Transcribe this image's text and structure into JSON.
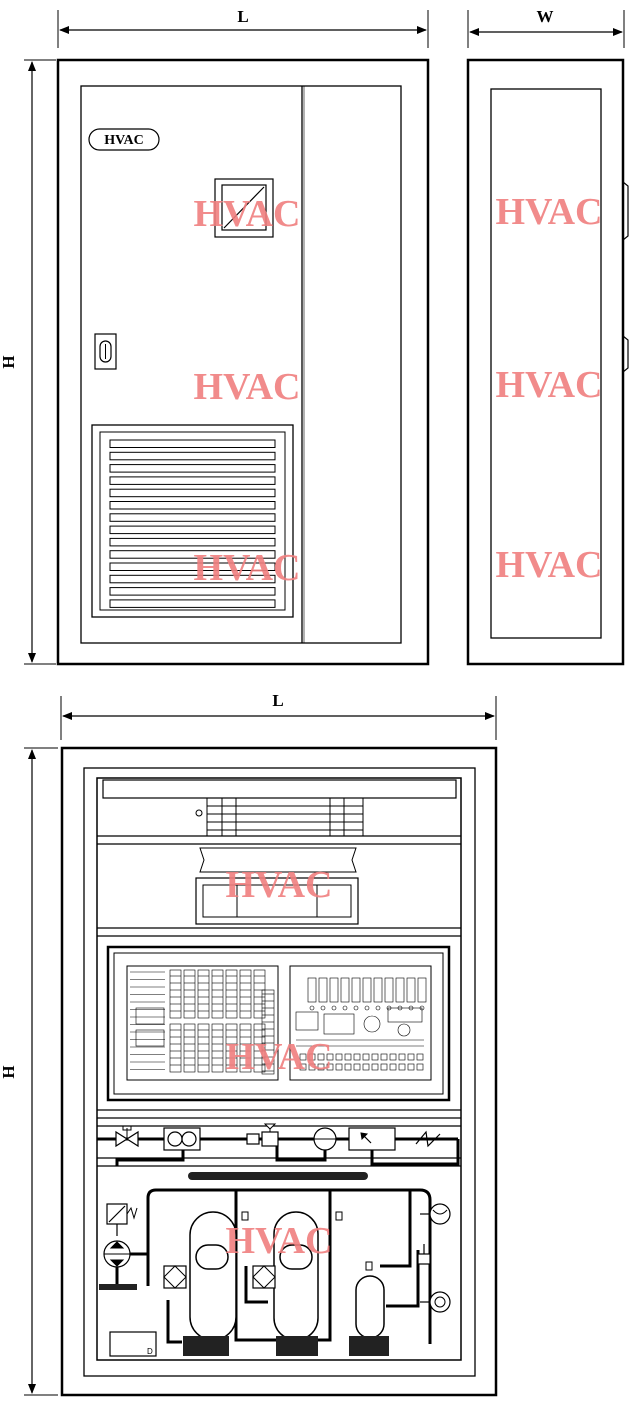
{
  "dimensions": {
    "length": "L",
    "width": "W",
    "height": "H"
  },
  "front_panel": {
    "badge": "HVAC"
  },
  "watermark": "HVAC",
  "internal_label": "D"
}
